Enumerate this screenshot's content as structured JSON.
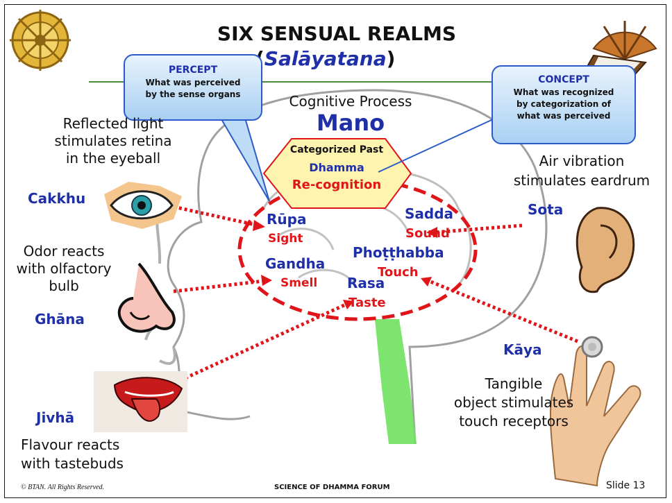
{
  "title": {
    "line1": "SIX SENSUAL REALMS",
    "open_paren": "(",
    "subtitle": "Salāyatana",
    "close_paren": ")"
  },
  "center": {
    "caption": "Cognitive Process",
    "mano": "Mano"
  },
  "hexagon": {
    "line1": "Categorized Past",
    "line2": "Dhamma",
    "line3": "Re-cognition"
  },
  "percept": {
    "title": "PERCEPT",
    "line1": "What was perceived",
    "line2": "by the sense organs"
  },
  "concept": {
    "title": "CONCEPT",
    "line1": "What was recognized",
    "line2": "by categorization of",
    "line3": "what was perceived"
  },
  "senses": {
    "eye": {
      "organ": "Cakkhu",
      "desc": [
        "Reflected light",
        "stimulates retina",
        "in the eyeball"
      ],
      "object": "Rūpa",
      "english": "Sight"
    },
    "ear": {
      "organ": "Sota",
      "desc": [
        "Air vibration",
        "stimulates eardrum"
      ],
      "object": "Sadda",
      "english": "Sound"
    },
    "nose": {
      "organ": "Ghāna",
      "desc": [
        "Odor reacts",
        "with olfactory",
        "bulb"
      ],
      "object": "Gandha",
      "english": "Smell"
    },
    "tongue": {
      "organ": "Jivhā",
      "desc": [
        "Flavour reacts",
        "with tastebuds"
      ],
      "object": "Rasa",
      "english": "Taste"
    },
    "body": {
      "organ": "Kāya",
      "desc": [
        "Tangible",
        "object stimulates",
        "touch receptors"
      ],
      "object": "Phoṭṭhabba",
      "english": "Touch"
    }
  },
  "footer": {
    "copyright": "© BTAN. All Rights Reserved.",
    "forum": "SCIENCE OF DHAMMA FORUM",
    "slide": "Slide 13"
  },
  "colors": {
    "blue": "#1f2fa8",
    "red": "#e0151a",
    "hexagon_fill": "#fff3b0",
    "callout_border": "#2a5bc8",
    "rule": "#4f8a3a"
  },
  "icons": [
    "dharma-wheel-icon",
    "wheel-book-icon",
    "eye-icon",
    "ear-icon",
    "nose-icon",
    "tongue-icon",
    "hand-icon",
    "brain-icon"
  ]
}
